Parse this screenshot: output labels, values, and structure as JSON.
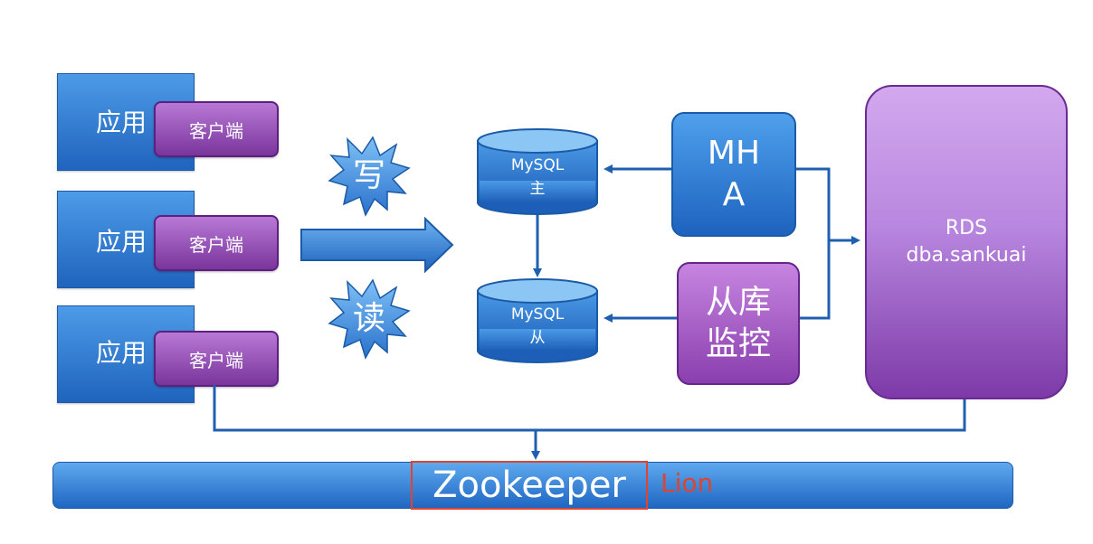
{
  "apps": [
    {
      "label": "应用",
      "client": "客户端"
    },
    {
      "label": "应用",
      "client": "客户端"
    },
    {
      "label": "应用",
      "client": "客户端"
    }
  ],
  "write_label": "写",
  "read_label": "读",
  "mysql_master": {
    "line1": "MySQL",
    "line2": "主"
  },
  "mysql_slave": {
    "line1": "MySQL",
    "line2": "从"
  },
  "mha": {
    "line1": "MH",
    "line2": "A"
  },
  "slave_monitor": {
    "line1": "从库",
    "line2": "监控"
  },
  "rds": {
    "line1": "RDS",
    "line2": "dba.sankuai"
  },
  "zookeeper": "Zookeeper",
  "lion": "Lion",
  "colors": {
    "app_blue": "#2f7fd6",
    "client_purple": "#9a52bf",
    "rds_purple": "#b887df",
    "highlight_red": "#e0442e"
  }
}
